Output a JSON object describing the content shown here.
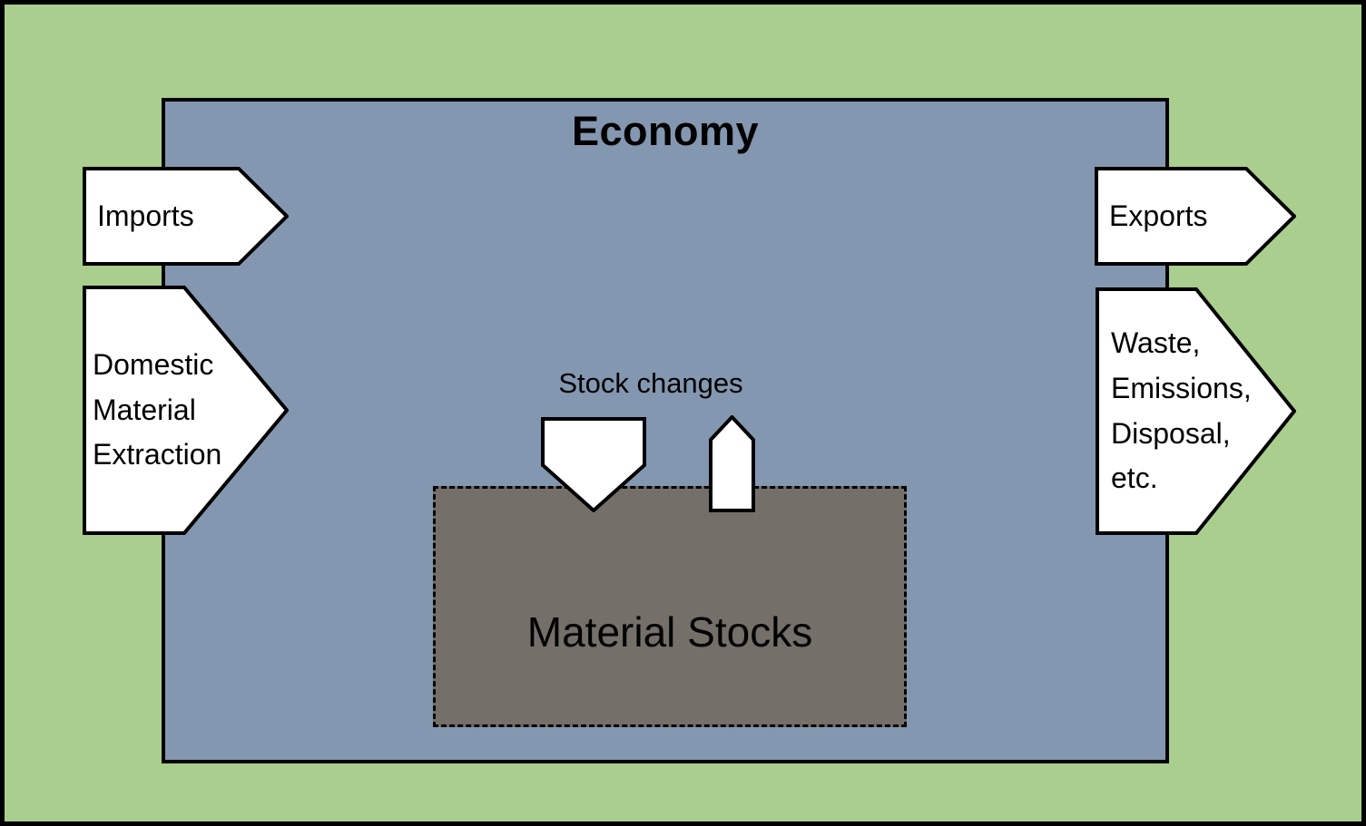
{
  "diagram": {
    "title": "Economy",
    "flows": {
      "imports": "Imports",
      "domestic_extraction": "Domestic\nMaterial\nExtraction",
      "exports": "Exports",
      "waste": "Waste,\nEmissions,\nDisposal,\netc.",
      "stock_changes": "Stock changes"
    },
    "stocks": {
      "label": "Material Stocks"
    },
    "colors": {
      "environment_green": "#a9ce8e",
      "economy_blue": "#8497b0",
      "stocks_gray": "#747069",
      "arrow_fill": "#ffffff",
      "line_black": "#000000"
    }
  }
}
